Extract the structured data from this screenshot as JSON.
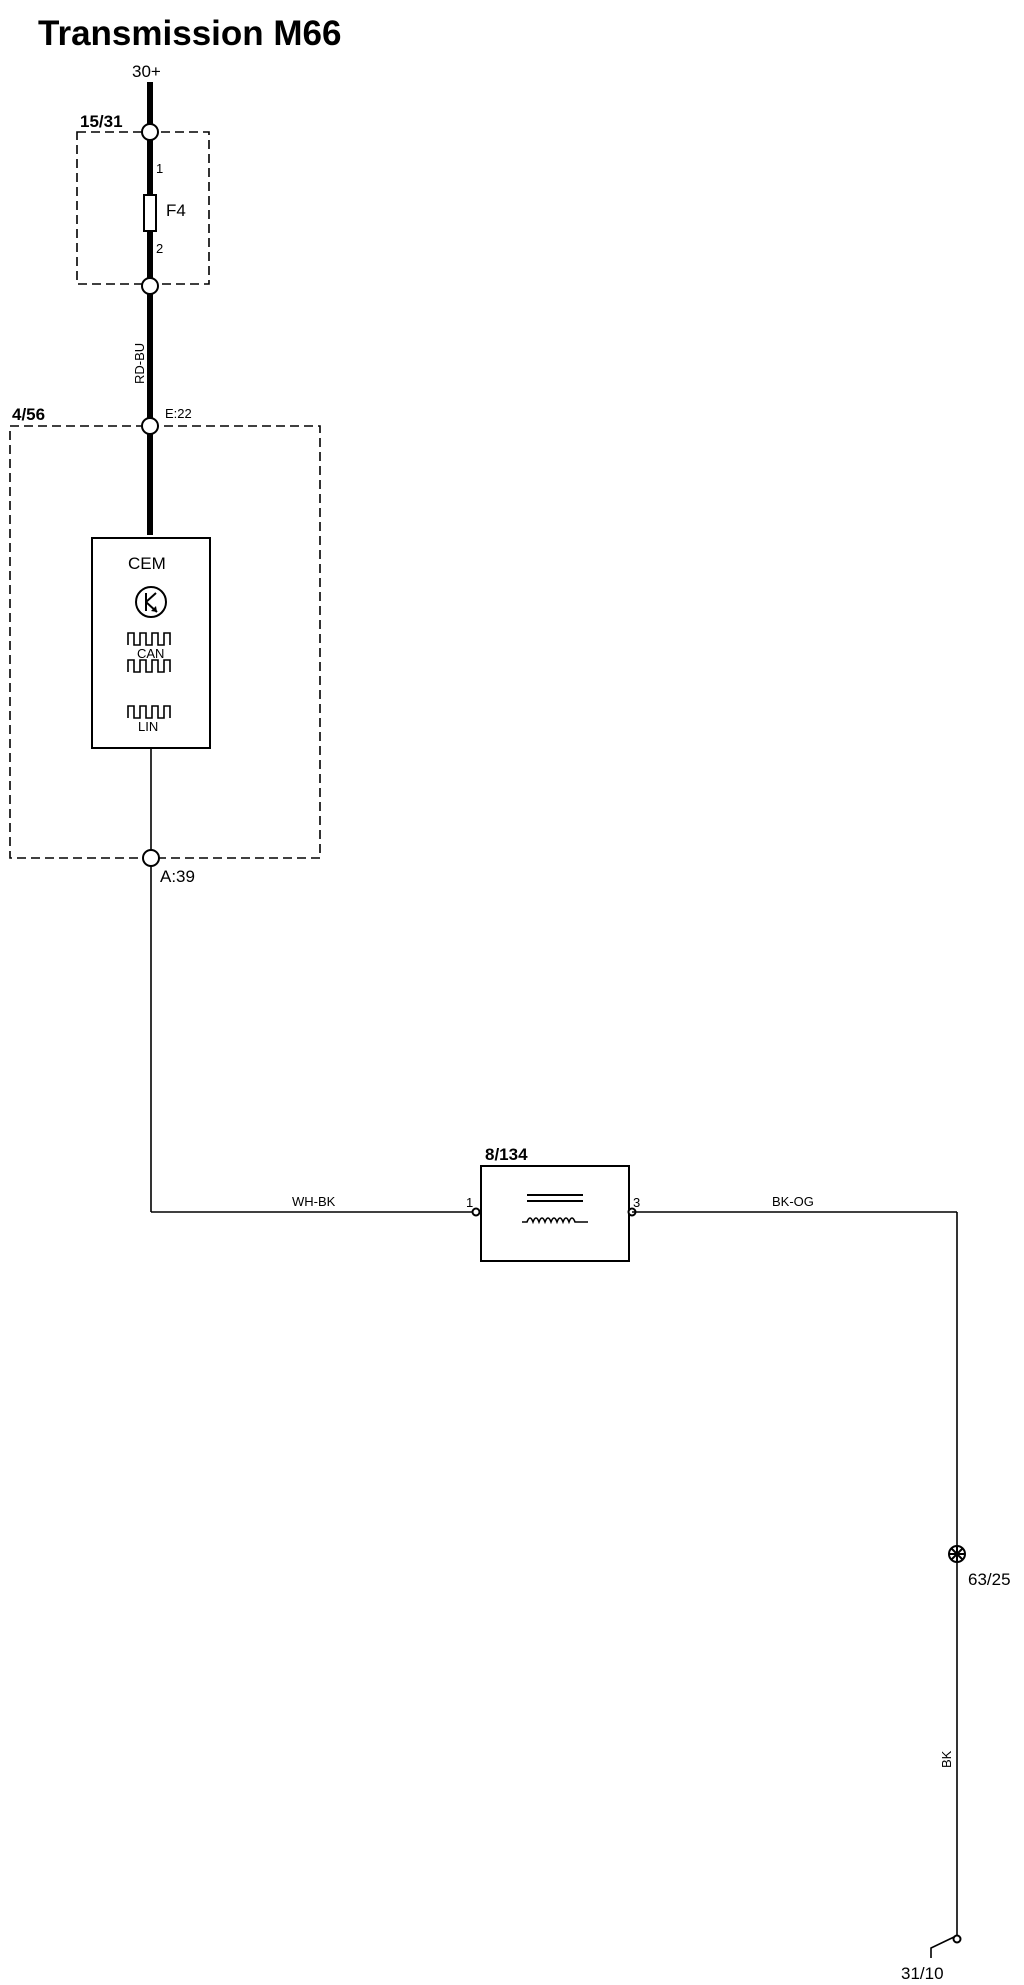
{
  "title": "Transmission M66",
  "supply_label": "30+",
  "fuse_box": {
    "label": "15/31",
    "fuse_name": "F4",
    "pin1": "1",
    "pin2": "2"
  },
  "wire_1_color": "RD-BU",
  "module": {
    "box_label": "4/56",
    "pin_in": "E:22",
    "pin_out": "A:39",
    "name": "CEM",
    "can_label": "CAN",
    "lin_label": "LIN"
  },
  "wire_2_color": "WH-BK",
  "component": {
    "label": "8/134",
    "pin1": "1",
    "pin3": "3"
  },
  "wire_3_color": "BK-OG",
  "splice_label": "63/25",
  "wire_4_color": "BK",
  "ground_label": "31/10"
}
